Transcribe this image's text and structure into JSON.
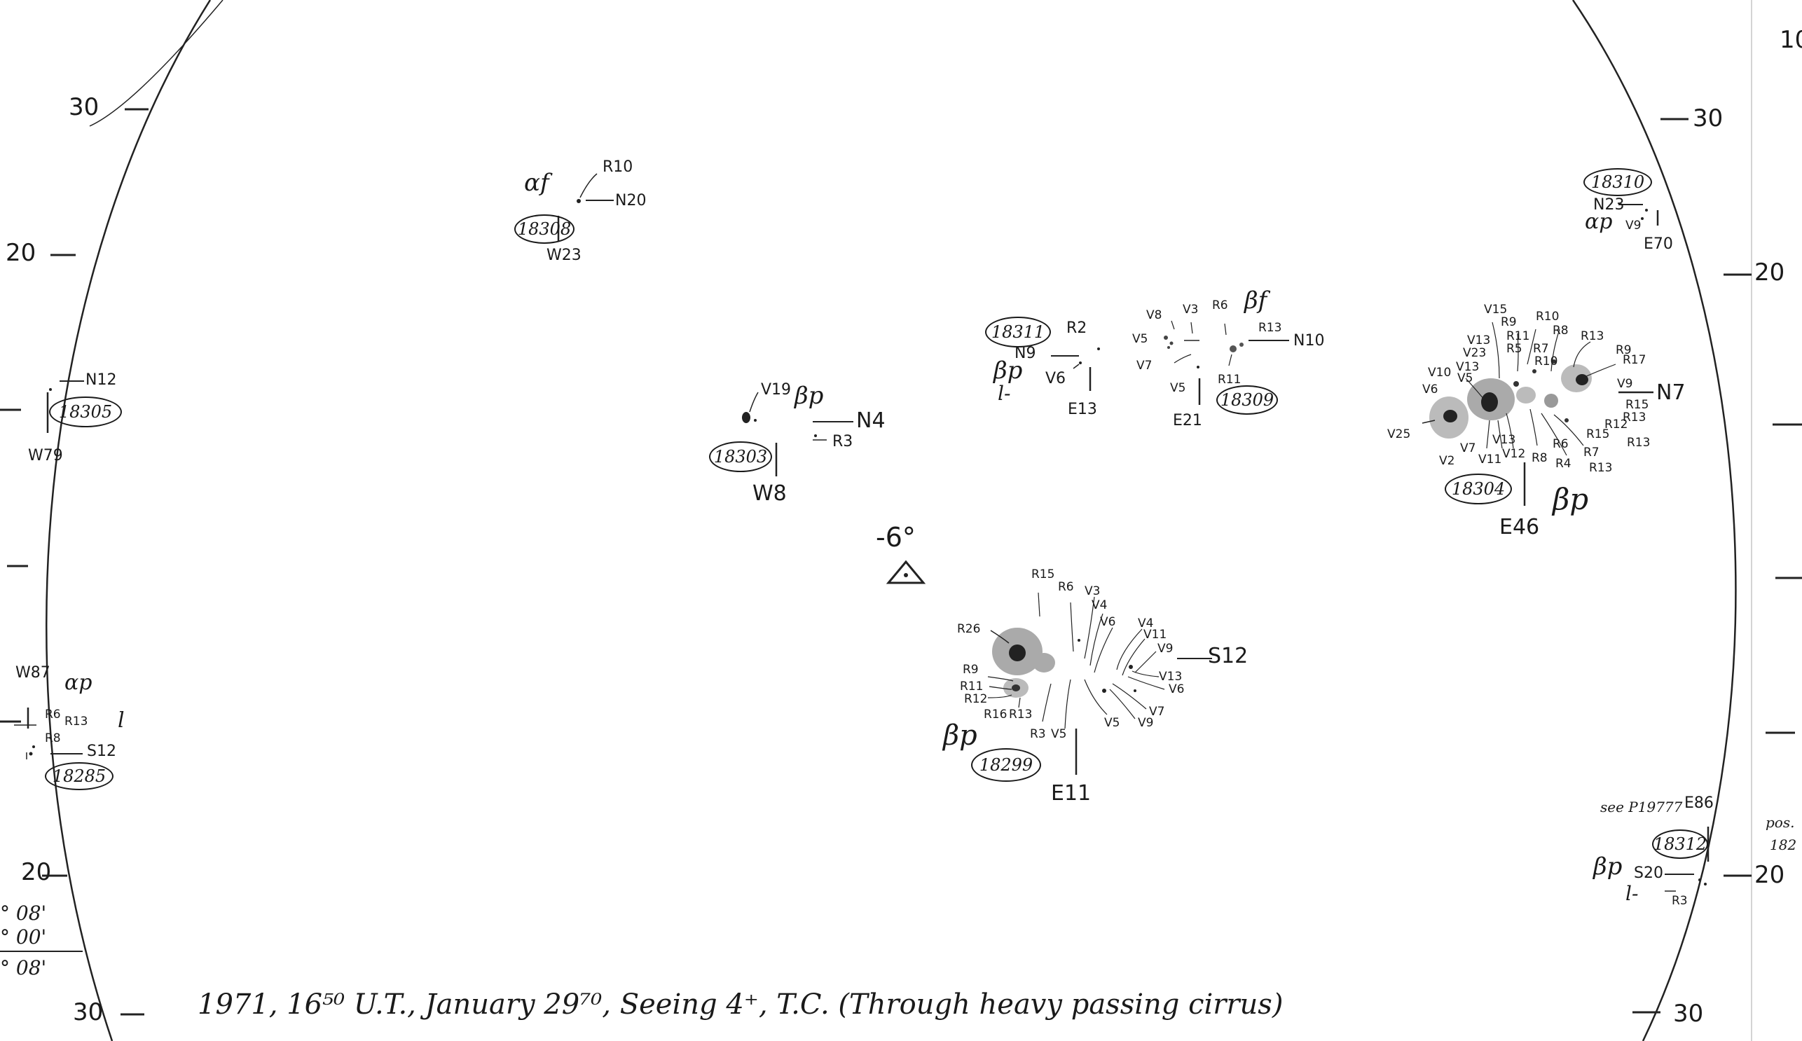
{
  "scale": {
    "left": [
      "30",
      "20",
      "20",
      "30"
    ],
    "right": [
      "30",
      "20",
      "20",
      "30"
    ],
    "edge_right": [
      "10"
    ]
  },
  "drift": [
    "° 08'",
    "° 00'",
    "° 08'"
  ],
  "center": {
    "label": "-6°"
  },
  "caption": "1971, 16⁵⁰ U.T., January 29⁷⁰, Seeing 4⁺, T.C. (Through heavy passing cirrus)",
  "regions": [
    {
      "number": "18308",
      "class": "αf",
      "pos": "N20",
      "lon": "W23",
      "labels": [
        "R10"
      ]
    },
    {
      "number": "18305",
      "pos": "N12",
      "lon": "W79",
      "labels": []
    },
    {
      "number": "18303",
      "class": "βp",
      "pos": "N4",
      "lon": "W8",
      "labels": [
        "V19",
        "R3"
      ]
    },
    {
      "number": "18311",
      "class": "βp",
      "pos": "N9",
      "lon": "E13",
      "labels": [
        "R2",
        "V6"
      ],
      "extra": "l-"
    },
    {
      "number": "18309",
      "class": "βf",
      "pos": "N10",
      "lon": "E21",
      "labels": [
        "V8",
        "V3",
        "R6",
        "V5",
        "V7",
        "R13",
        "V5",
        "R11"
      ]
    },
    {
      "number": "18310",
      "class": "αp",
      "pos": "N23",
      "lon": "E70",
      "labels": [
        "V9"
      ]
    },
    {
      "number": "18304",
      "class": "βp",
      "pos": "N7",
      "lon": "E46",
      "labels": [
        "V15",
        "R9",
        "R10",
        "R11",
        "R8",
        "R5",
        "R7",
        "R13",
        "V13",
        "R10",
        "V23",
        "R9",
        "R17",
        "V10",
        "V13",
        "V5",
        "V9",
        "V6",
        "R15",
        "R13",
        "R12",
        "V25",
        "R15",
        "V2",
        "V7",
        "V13",
        "V11",
        "V12",
        "R8",
        "R6",
        "R7",
        "R4",
        "R13",
        "R13"
      ]
    },
    {
      "number": "18285",
      "class": "αp",
      "pos": "S12",
      "lon": "W87",
      "labels": [
        "R6",
        "R13",
        "R8"
      ],
      "extra": "l"
    },
    {
      "number": "18299",
      "class": "βp",
      "pos": "S12",
      "lon": "E11",
      "labels": [
        "R15",
        "R6",
        "V3",
        "V4",
        "V6",
        "V4",
        "V11",
        "R26",
        "V9",
        "R9",
        "V13",
        "R11",
        "V6",
        "R12",
        "R16",
        "R13",
        "V7",
        "V5",
        "V9",
        "R3",
        "V5"
      ]
    },
    {
      "number": "18312",
      "class": "βp",
      "pos": "S20",
      "lon": "E86",
      "labels": [
        "R3"
      ],
      "extra": "l-",
      "note": "see P19777"
    }
  ],
  "margin_note": [
    "pos.",
    "182"
  ]
}
